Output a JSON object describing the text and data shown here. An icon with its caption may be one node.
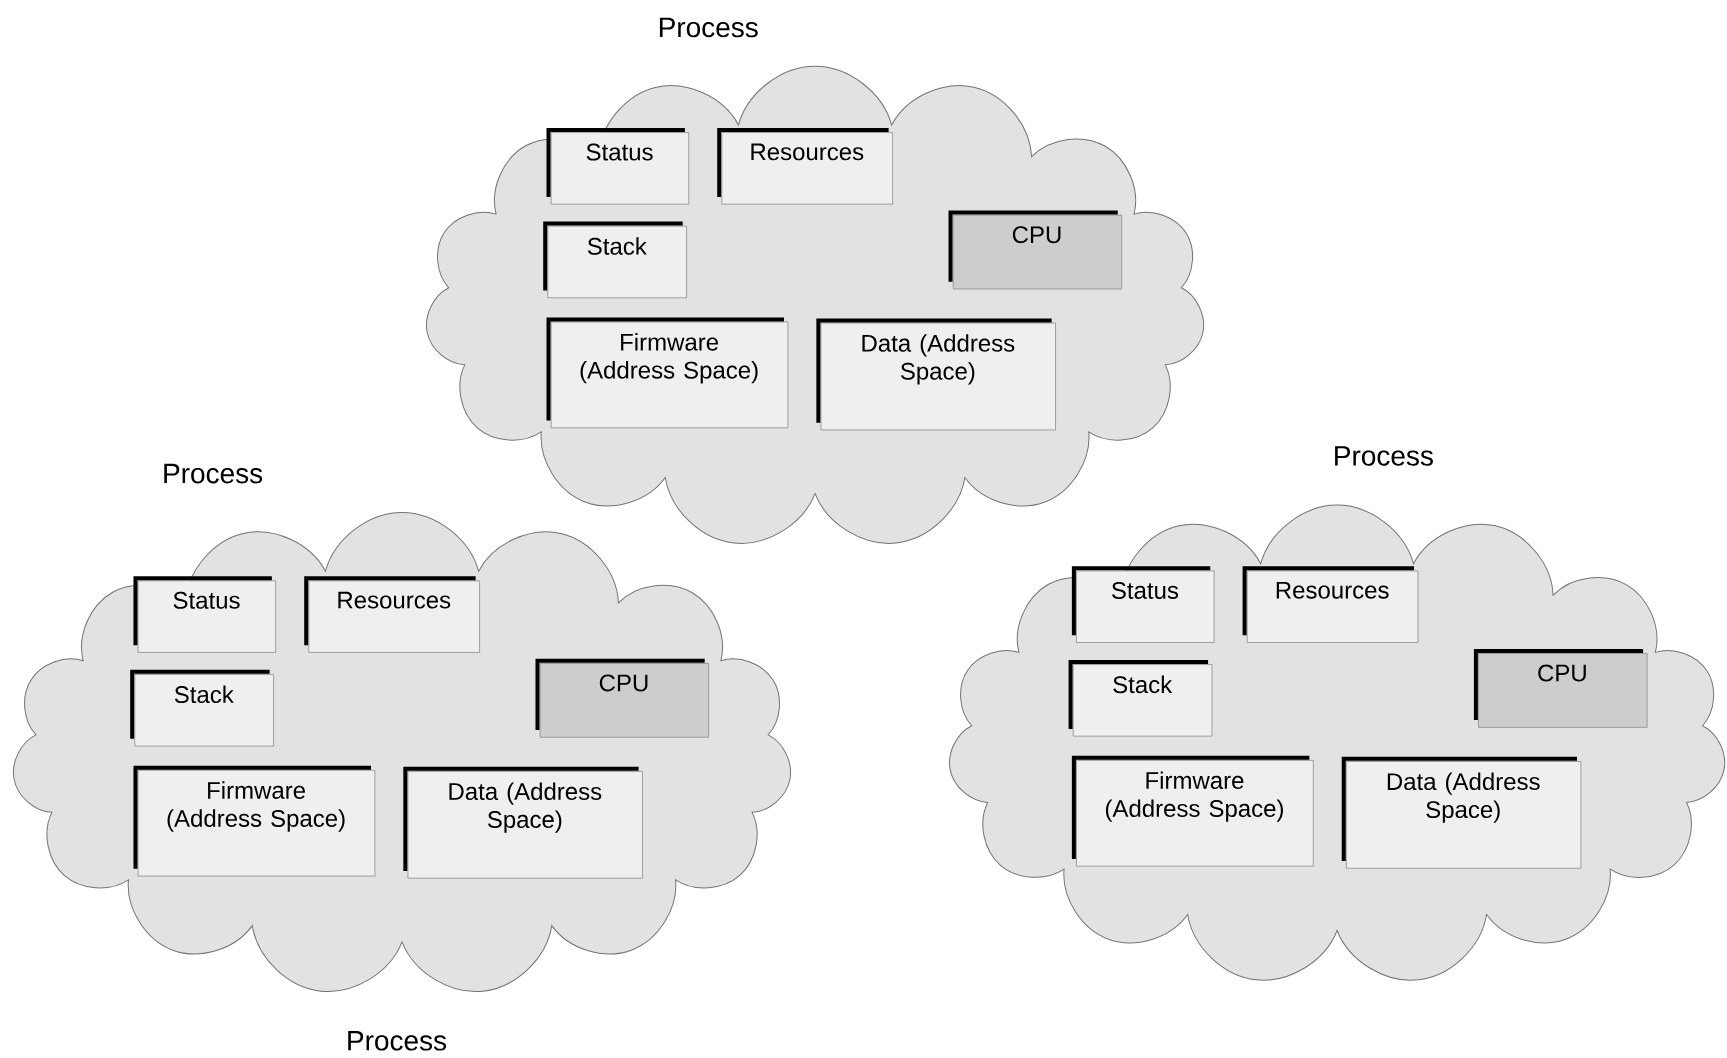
{
  "diagram": {
    "nodes": [
      {
        "text": [
          "Process"
        ]
      },
      {
        "text": [
          "Status"
        ],
        "in": 0
      },
      {
        "text": [
          "Resources"
        ],
        "in": 0
      },
      {
        "text": [
          "Stack"
        ],
        "in": 0
      },
      {
        "text": [
          "CPU"
        ],
        "in": 0
      },
      {
        "text": [
          "Firmware (Address Space)"
        ],
        "in": 0
      },
      {
        "text": [
          "Data (Address Space)"
        ],
        "in": 0
      },
      {
        "text": [
          "Process"
        ]
      },
      {
        "text": [
          "Status"
        ],
        "in": 7
      },
      {
        "text": [
          "Resources"
        ],
        "in": 7
      },
      {
        "text": [
          "Stack"
        ],
        "in": 7
      },
      {
        "text": [
          "CPU"
        ],
        "in": 7
      },
      {
        "text": [
          "Firmware (Address Space)"
        ],
        "in": 7
      },
      {
        "text": [
          "Data (Address Space)"
        ],
        "in": 7
      },
      {
        "text": [
          "Process"
        ]
      },
      {
        "text": [
          "Status"
        ],
        "in": 14
      },
      {
        "text": [
          "Resources"
        ],
        "in": 14
      },
      {
        "text": [
          "Stack"
        ],
        "in": 14
      },
      {
        "text": [
          "CPU"
        ],
        "in": 14
      },
      {
        "text": [
          "Firmware (Address Space)"
        ],
        "in": 14
      },
      {
        "text": [
          "Data (Address Space)"
        ],
        "in": 14
      }
    ],
    "labels": [
      "Process"
    ]
  }
}
